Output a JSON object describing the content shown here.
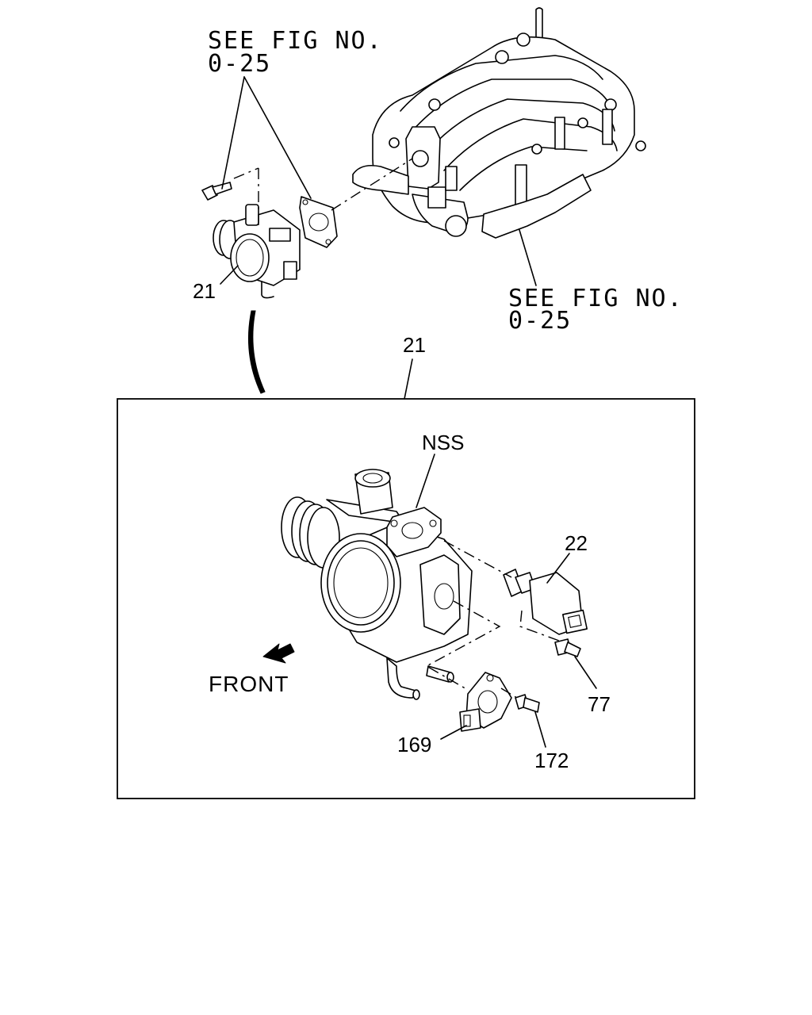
{
  "labels": {
    "see_fig_top_line1": "SEE FIG NO.",
    "see_fig_top_line2": "0-25",
    "see_fig_right_line1": "SEE FIG NO.",
    "see_fig_right_line2": "0-25",
    "part_21_small": "21",
    "part_21_box": "21",
    "nss": "NSS",
    "part_22": "22",
    "part_77": "77",
    "part_169": "169",
    "part_172": "172",
    "front": "FRONT"
  }
}
